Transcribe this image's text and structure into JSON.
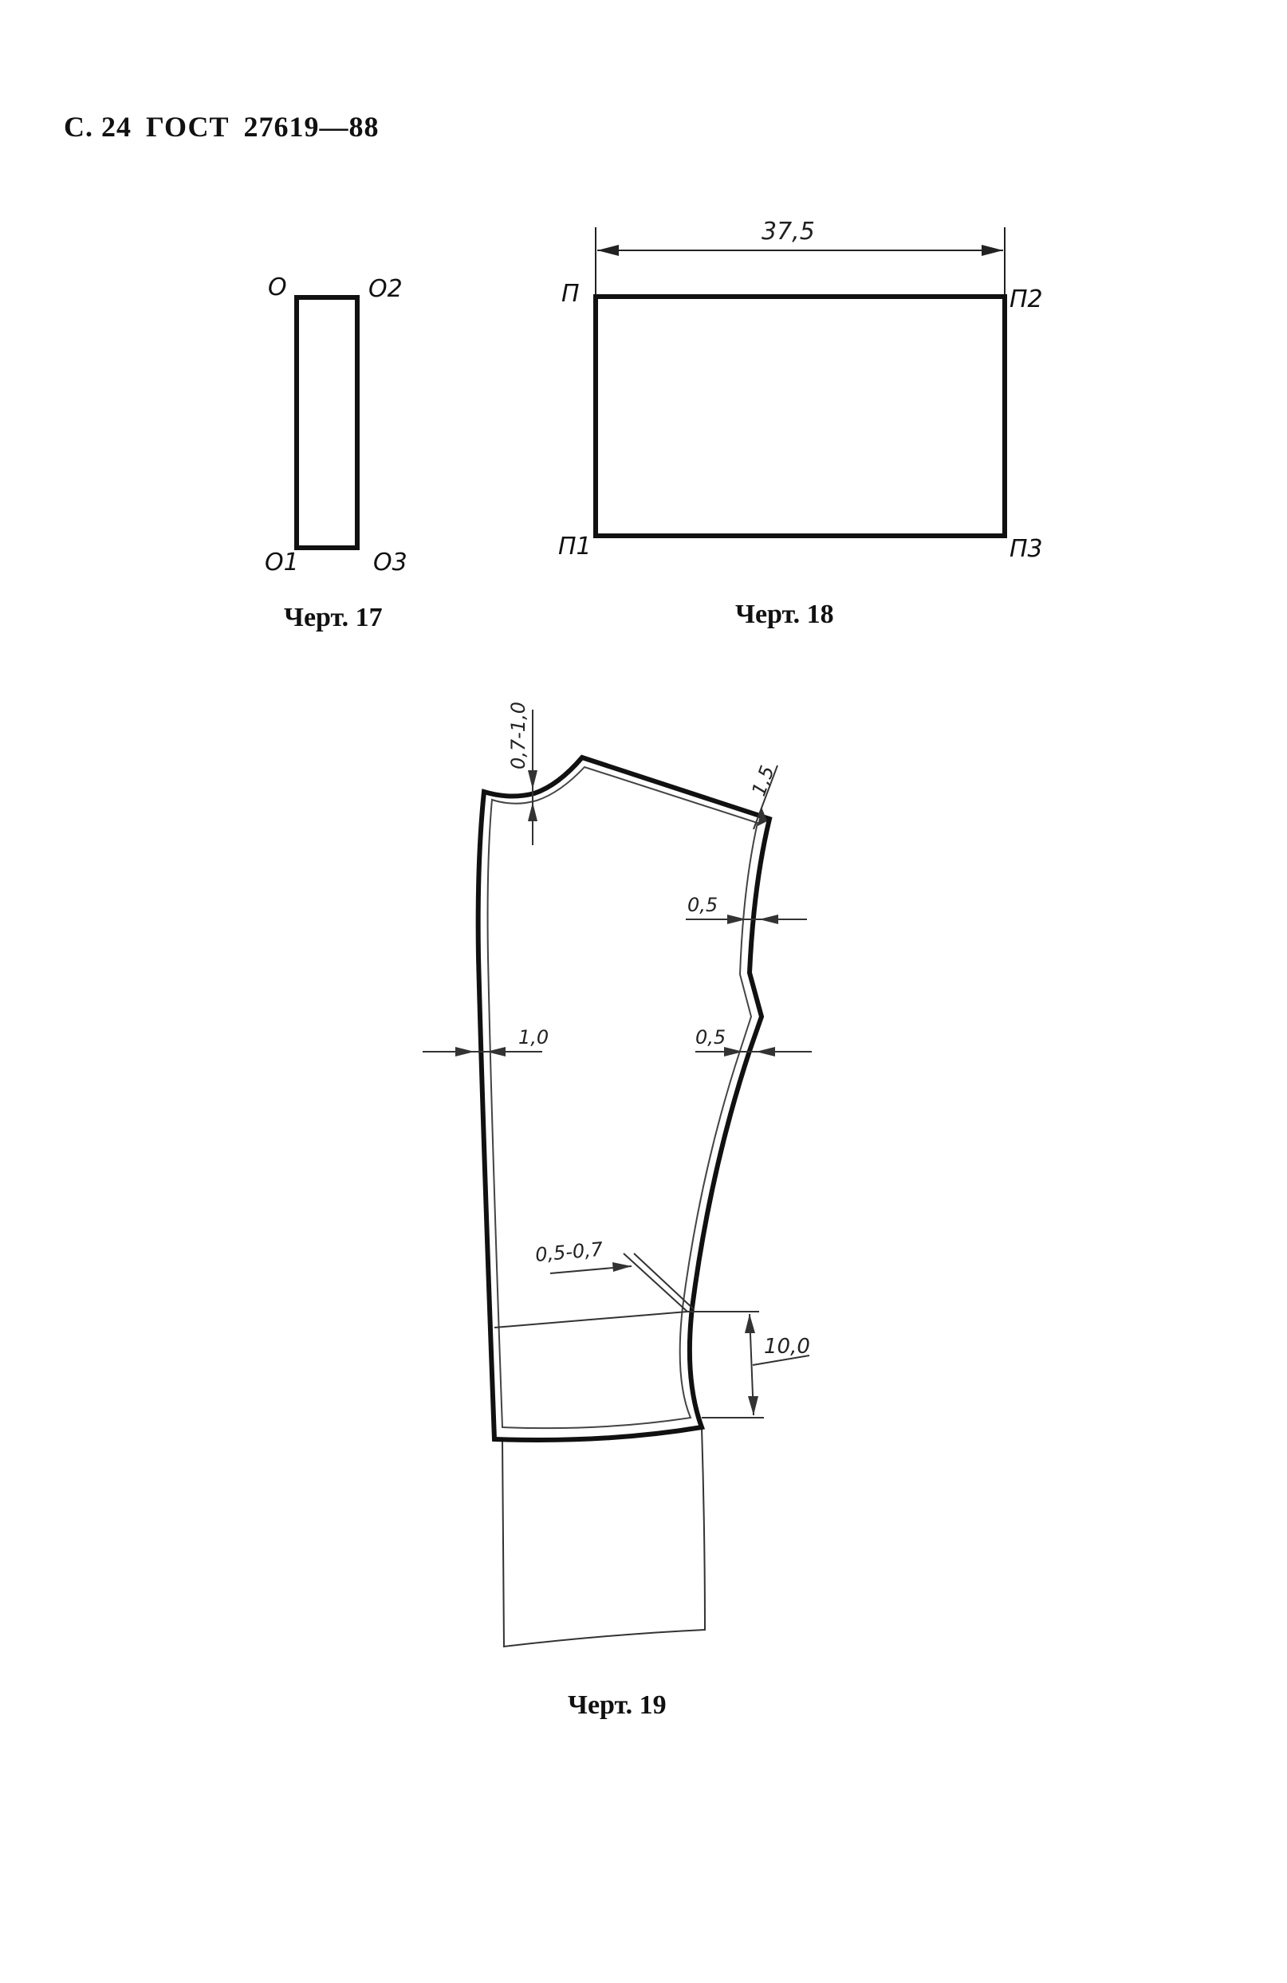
{
  "header": {
    "page": "С. 24",
    "standard": "ГОСТ",
    "number": "27619—88"
  },
  "drawing17": {
    "caption": "Черт. 17",
    "labels": {
      "top_left": "О",
      "top_right": "О2",
      "bottom_left": "О1",
      "bottom_right": "О3"
    }
  },
  "drawing18": {
    "caption": "Черт. 18",
    "dimension": "37,5",
    "labels": {
      "top_left": "П",
      "top_right": "П2",
      "bottom_left": "П1",
      "bottom_right": "П3"
    }
  },
  "drawing19": {
    "caption": "Черт. 19",
    "dimensions": {
      "neck": "0,7-1,0",
      "shoulder": "1,5",
      "armhole": "0,5",
      "side": "0,5",
      "front": "1,0",
      "hem_offset": "0,5-0,7",
      "hem_height": "10,0"
    }
  }
}
